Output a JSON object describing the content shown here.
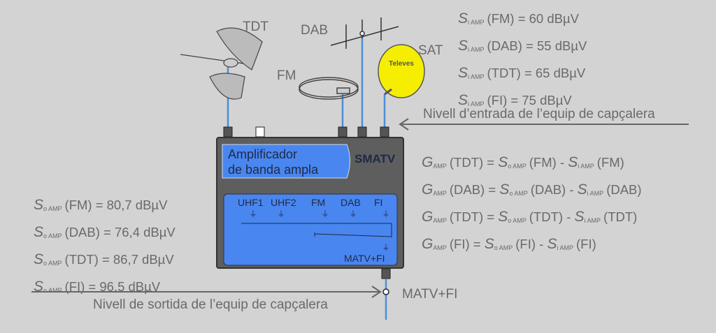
{
  "antennas": {
    "tdt": "TDT",
    "dab": "DAB",
    "sat": "SAT",
    "fm": "FM",
    "dish_brand": "Televes"
  },
  "input_levels": [
    {
      "s": "S",
      "sub": "i AMP",
      "text": "(FM) = 60 dBµV"
    },
    {
      "s": "S",
      "sub": "i AMP",
      "text": "(DAB) = 55 dBµV"
    },
    {
      "s": "S",
      "sub": "i AMP",
      "text": "(TDT) = 65 dBµV"
    },
    {
      "s": "S",
      "sub": "i AMP",
      "text": "(FI) = 75 dBµV"
    }
  ],
  "input_caption": "Nivell  d’entrada de l’equip de capçalera",
  "amplifier": {
    "title_line1": "Amplificador",
    "title_line2": "de banda ampla",
    "brand": "SMATV",
    "inputs": [
      "UHF1",
      "UHF2",
      "FM",
      "DAB",
      "FI"
    ],
    "output": "MATV+FI"
  },
  "gain_formulas": [
    {
      "g": "G",
      "gsub": "AMP",
      "a": "(TDT) = ",
      "s1": "S",
      "s1sub": "o AMP",
      "b": "(FM) - ",
      "s2": "S",
      "s2sub": "i AMP",
      "c": "(FM)"
    },
    {
      "g": "G",
      "gsub": "AMP",
      "a": "(DAB) = ",
      "s1": "S",
      "s1sub": "o AMP",
      "b": "(DAB) - ",
      "s2": "S",
      "s2sub": "i AMP",
      "c": "(DAB)"
    },
    {
      "g": "G",
      "gsub": "AMP",
      "a": "(TDT) = ",
      "s1": "S",
      "s1sub": "o AMP",
      "b": "(TDT) - ",
      "s2": "S",
      "s2sub": "i AMP",
      "c": "(TDT)"
    },
    {
      "g": "G",
      "gsub": "AMP",
      "a": "(FI) = ",
      "s1": "S",
      "s1sub": "o AMP",
      "b": "(FI) - ",
      "s2": "S",
      "s2sub": "i AMP",
      "c": "(FI)"
    }
  ],
  "output_levels": [
    {
      "s": "S",
      "sub": "o AMP",
      "text": "(FM) = 80,7 dBµV"
    },
    {
      "s": "S",
      "sub": "o AMP",
      "text": "(DAB) = 76,4 dBµV"
    },
    {
      "s": "S",
      "sub": "o AMP",
      "text": "(TDT) = 86,7 dBµV"
    },
    {
      "s": "S",
      "sub": "o AMP",
      "text": "(FI) = 96,5 dBµV"
    }
  ],
  "output_caption": "Nivell de sortida de l’equip de capçalera",
  "output_label": "MATV+FI",
  "colors": {
    "background": "#d3d3d3",
    "box": "#5e5e5e",
    "panel": "#4a86f0",
    "cable": "#4a90d9",
    "dish": "#f5ee00"
  }
}
